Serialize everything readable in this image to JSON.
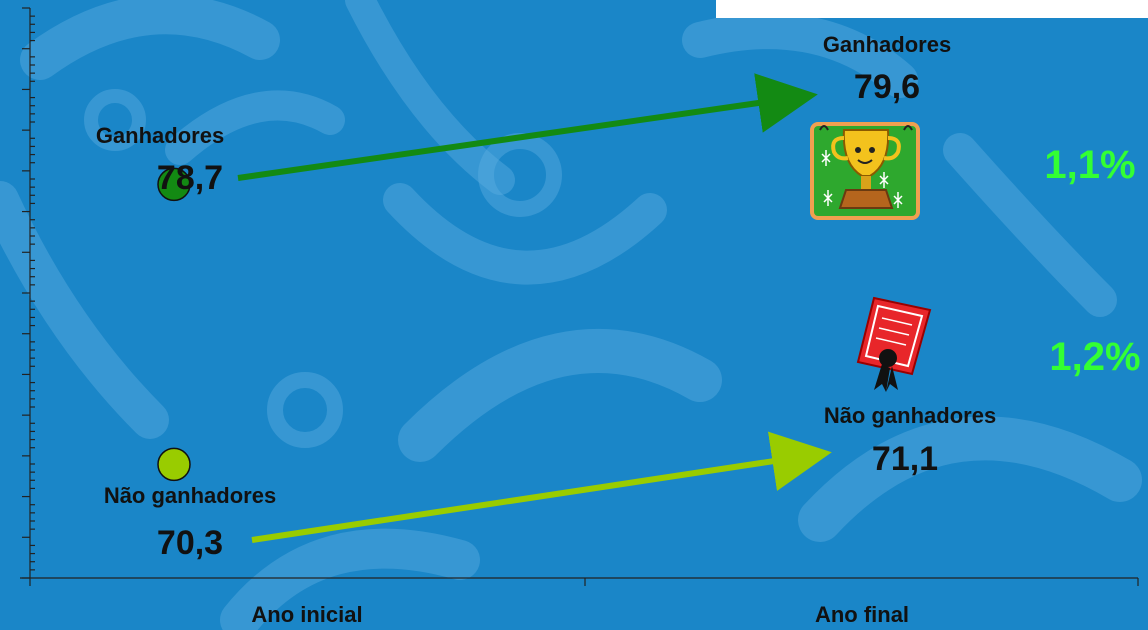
{
  "colors": {
    "background": "#1a86c8",
    "winners": "#138a13",
    "non_winners": "#99cc00",
    "percent": "#33ff33"
  },
  "chart_data": {
    "type": "line",
    "categories": [
      "Ano inicial",
      "Ano final"
    ],
    "series": [
      {
        "name": "Ganhadores",
        "values": [
          78.7,
          79.6
        ],
        "labels": [
          "78,7",
          "79,6"
        ],
        "change_label": "1,1%",
        "icon": "trophy-icon"
      },
      {
        "name": "Não ganhadores",
        "values": [
          70.3,
          71.1
        ],
        "labels": [
          "70,3",
          "71,1"
        ],
        "change_label": "1,2%",
        "icon": "certificate-icon"
      }
    ],
    "title": "",
    "xlabel": "",
    "ylabel": "",
    "ylim": [
      68,
      82
    ],
    "grid": false,
    "legend": "none"
  }
}
